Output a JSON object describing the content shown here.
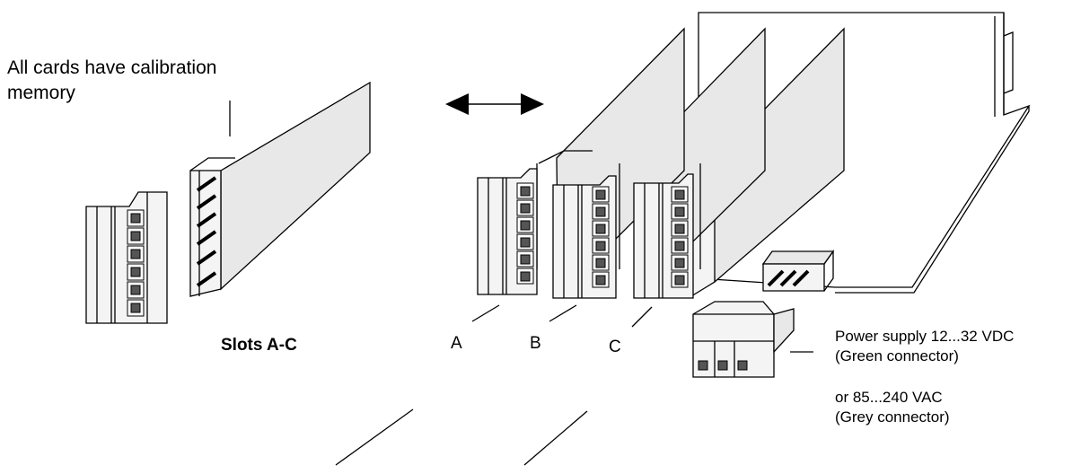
{
  "labels": {
    "calibration_line1": "All cards have calibration",
    "calibration_line2": "memory",
    "slots": "Slots A-C",
    "slot_a": "A",
    "slot_b": "B",
    "slot_c": "C",
    "power_line1": "Power supply   12...32 VDC",
    "power_line2": "(Green connector)",
    "power_line3": "or  85...240 VAC",
    "power_line4": "(Grey connector)"
  }
}
